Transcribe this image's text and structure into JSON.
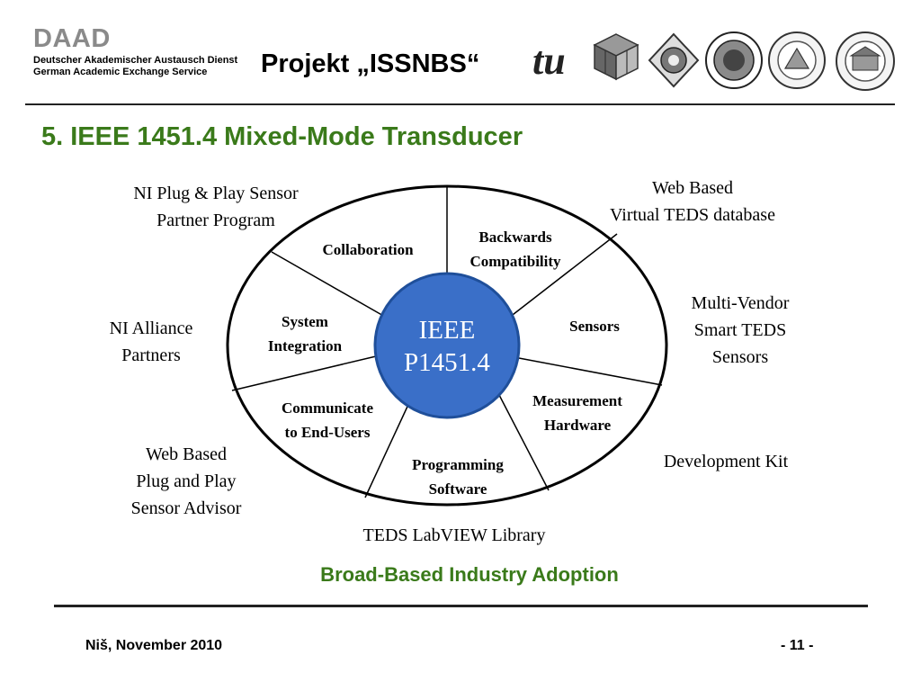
{
  "header": {
    "daad_name": "DAAD",
    "daad_line1": "Deutscher Akademischer Austausch Dienst",
    "daad_line2": "German Academic Exchange Service",
    "project_title": "Projekt „ISSNBS“",
    "logos": [
      "tu-logo-icon",
      "cube-logo-icon",
      "university-seal-icon",
      "university-nis-seal-icon",
      "university-banja-luka-seal-icon",
      "university-seal-mcmxlix-icon"
    ]
  },
  "slide": {
    "title": "5. IEEE 1451.4 Mixed-Mode Transducer"
  },
  "diagram": {
    "center": [
      "IEEE",
      "P1451.4"
    ],
    "segments": {
      "collaboration": [
        "Collaboration"
      ],
      "backwards": [
        "Backwards",
        "Compatibility"
      ],
      "sensors": [
        "Sensors"
      ],
      "measurement": [
        "Measurement",
        "Hardware"
      ],
      "programming": [
        "Programming",
        "Software"
      ],
      "communicate": [
        "Communicate",
        "to End-Users"
      ],
      "system": [
        "System",
        "Integration"
      ]
    },
    "outer": {
      "ni_plug_play": [
        "NI Plug & Play Sensor",
        "Partner Program"
      ],
      "web_based_virtual": [
        "Web Based",
        "Virtual TEDS database"
      ],
      "multi_vendor": [
        "Multi-Vendor",
        "Smart TEDS",
        "Sensors"
      ],
      "ni_alliance": [
        "NI Alliance",
        "Partners"
      ],
      "development_kit": [
        "Development Kit"
      ],
      "web_based_advisor": [
        "Web Based",
        "Plug and Play",
        "Sensor Advisor"
      ],
      "teds_labview": [
        "TEDS LabVIEW Library"
      ]
    },
    "colors": {
      "center_fill": "#3a6fc8",
      "title_green": "#3a7a1a"
    }
  },
  "caption": "Broad-Based Industry Adoption",
  "footer": {
    "left": "Niš, November 2010",
    "right": "- 11 -"
  }
}
